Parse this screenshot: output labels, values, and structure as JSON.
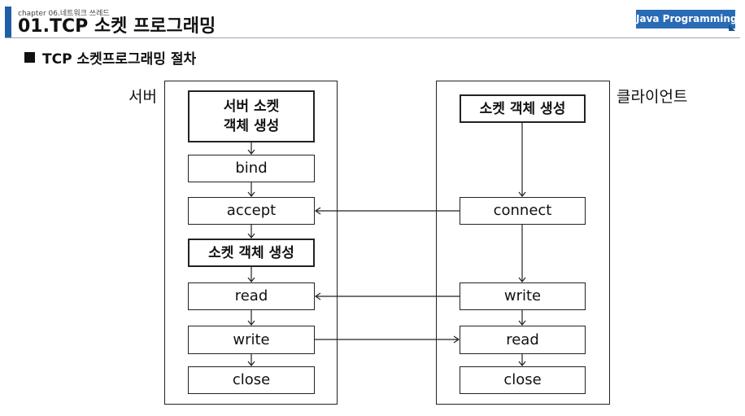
{
  "header": {
    "chapter": "chapter 06.네트워크 쓰레드",
    "title": "01.TCP 소켓 프로그래밍",
    "brand": "Java Programming"
  },
  "section": {
    "title": "TCP 소켓프로그래밍 절차"
  },
  "server": {
    "label": "서버",
    "steps": [
      "서버 소켓\n객체 생성",
      "bind",
      "accept",
      "소켓 객체 생성",
      "read",
      "write",
      "close"
    ]
  },
  "client": {
    "label": "클라이언트",
    "steps": [
      "소켓 객체 생성",
      "connect",
      "write",
      "read",
      "close"
    ]
  }
}
